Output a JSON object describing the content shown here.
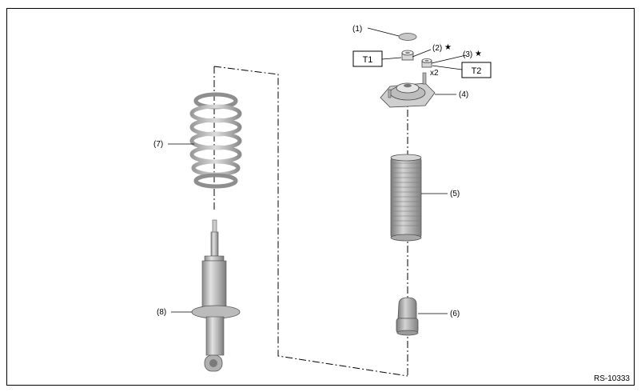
{
  "diagram": {
    "reference_code": "RS-10333",
    "torque_boxes": [
      {
        "id": "t1",
        "label": "T1"
      },
      {
        "id": "t2",
        "label": "T2"
      }
    ],
    "quantity_note": "x2",
    "star_symbol": "★",
    "callouts": [
      {
        "id": "c1",
        "label": "(1)"
      },
      {
        "id": "c2",
        "label": "(2)"
      },
      {
        "id": "c3",
        "label": "(3)"
      },
      {
        "id": "c4",
        "label": "(4)"
      },
      {
        "id": "c5",
        "label": "(5)"
      },
      {
        "id": "c6",
        "label": "(6)"
      },
      {
        "id": "c7",
        "label": "(7)"
      },
      {
        "id": "c8",
        "label": "(8)"
      }
    ]
  }
}
